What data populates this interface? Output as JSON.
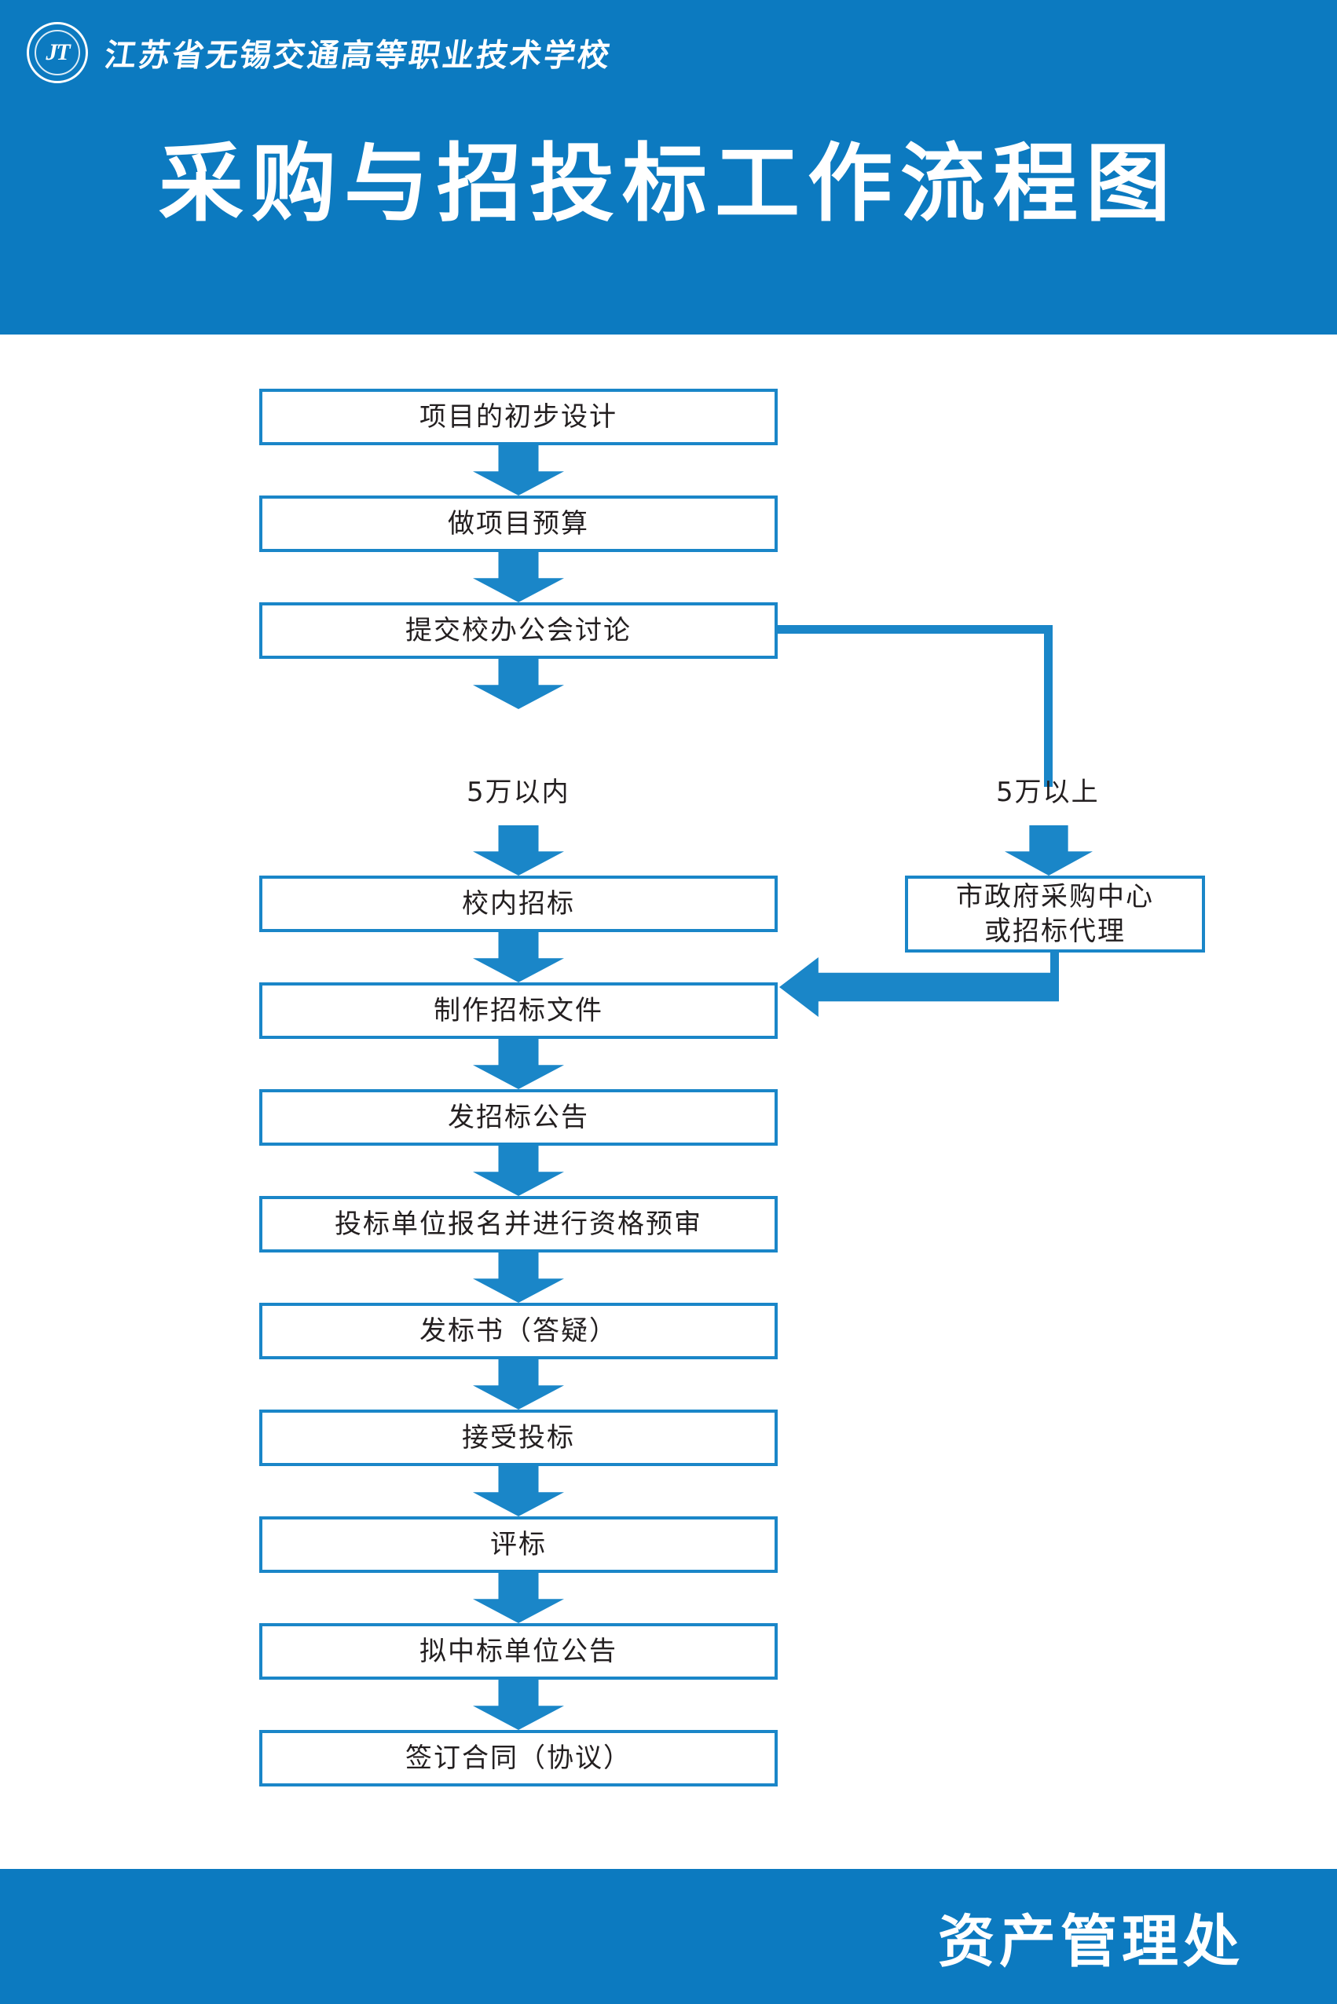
{
  "header": {
    "logo_icon": "school-emblem-icon",
    "logo_mark_text": "JT",
    "school_name": "江苏省无锡交通高等职业技术学校",
    "poster_title": "采购与招投标工作流程图"
  },
  "footer": {
    "department": "资产管理处"
  },
  "colors": {
    "brand_blue": "#0c7ac0",
    "box_border_blue": "#1a86c8",
    "arrow_blue": "#1a86c8",
    "text_dark": "#231f20",
    "page_white": "#ffffff"
  },
  "chart_data": {
    "type": "flowchart",
    "title": "采购与招投标工作流程图",
    "orientation": "top-to-bottom",
    "main_nodes": [
      {
        "id": "n1",
        "label": "项目的初步设计"
      },
      {
        "id": "n2",
        "label": "做项目预算"
      },
      {
        "id": "n3",
        "label": "提交校办公会讨论"
      },
      {
        "id": "n4",
        "label": "校内招标"
      },
      {
        "id": "n5",
        "label": "制作招标文件"
      },
      {
        "id": "n6",
        "label": "发招标公告"
      },
      {
        "id": "n7",
        "label": "投标单位报名并进行资格预审"
      },
      {
        "id": "n8",
        "label": "发标书（答疑）"
      },
      {
        "id": "n9",
        "label": "接受投标"
      },
      {
        "id": "n10",
        "label": "评标"
      },
      {
        "id": "n11",
        "label": "拟中标单位公告"
      },
      {
        "id": "n12",
        "label": "签订合同（协议）"
      }
    ],
    "branch_nodes": [
      {
        "id": "b1",
        "label_line1": "市政府采购中心",
        "label_line2": "或招标代理"
      }
    ],
    "edge_labels": [
      {
        "id": "e_left",
        "label": "5万以内",
        "from": "n3",
        "to": "n4"
      },
      {
        "id": "e_right",
        "label": "5万以上",
        "from": "n3",
        "to": "b1"
      }
    ],
    "edges": [
      {
        "from": "n1",
        "to": "n2",
        "style": "block-arrow-down"
      },
      {
        "from": "n2",
        "to": "n3",
        "style": "block-arrow-down"
      },
      {
        "from": "n3",
        "to": "n4",
        "style": "block-arrow-down",
        "label": "5万以内"
      },
      {
        "from": "n3",
        "to": "b1",
        "style": "elbow-then-block-arrow-down",
        "label": "5万以上"
      },
      {
        "from": "n4",
        "to": "n5",
        "style": "block-arrow-down"
      },
      {
        "from": "b1",
        "to": "n5",
        "style": "elbow-then-block-arrow-left"
      },
      {
        "from": "n5",
        "to": "n6",
        "style": "block-arrow-down"
      },
      {
        "from": "n6",
        "to": "n7",
        "style": "block-arrow-down"
      },
      {
        "from": "n7",
        "to": "n8",
        "style": "block-arrow-down"
      },
      {
        "from": "n8",
        "to": "n9",
        "style": "block-arrow-down"
      },
      {
        "from": "n9",
        "to": "n10",
        "style": "block-arrow-down"
      },
      {
        "from": "n10",
        "to": "n11",
        "style": "block-arrow-down"
      },
      {
        "from": "n11",
        "to": "n12",
        "style": "block-arrow-down"
      }
    ]
  }
}
